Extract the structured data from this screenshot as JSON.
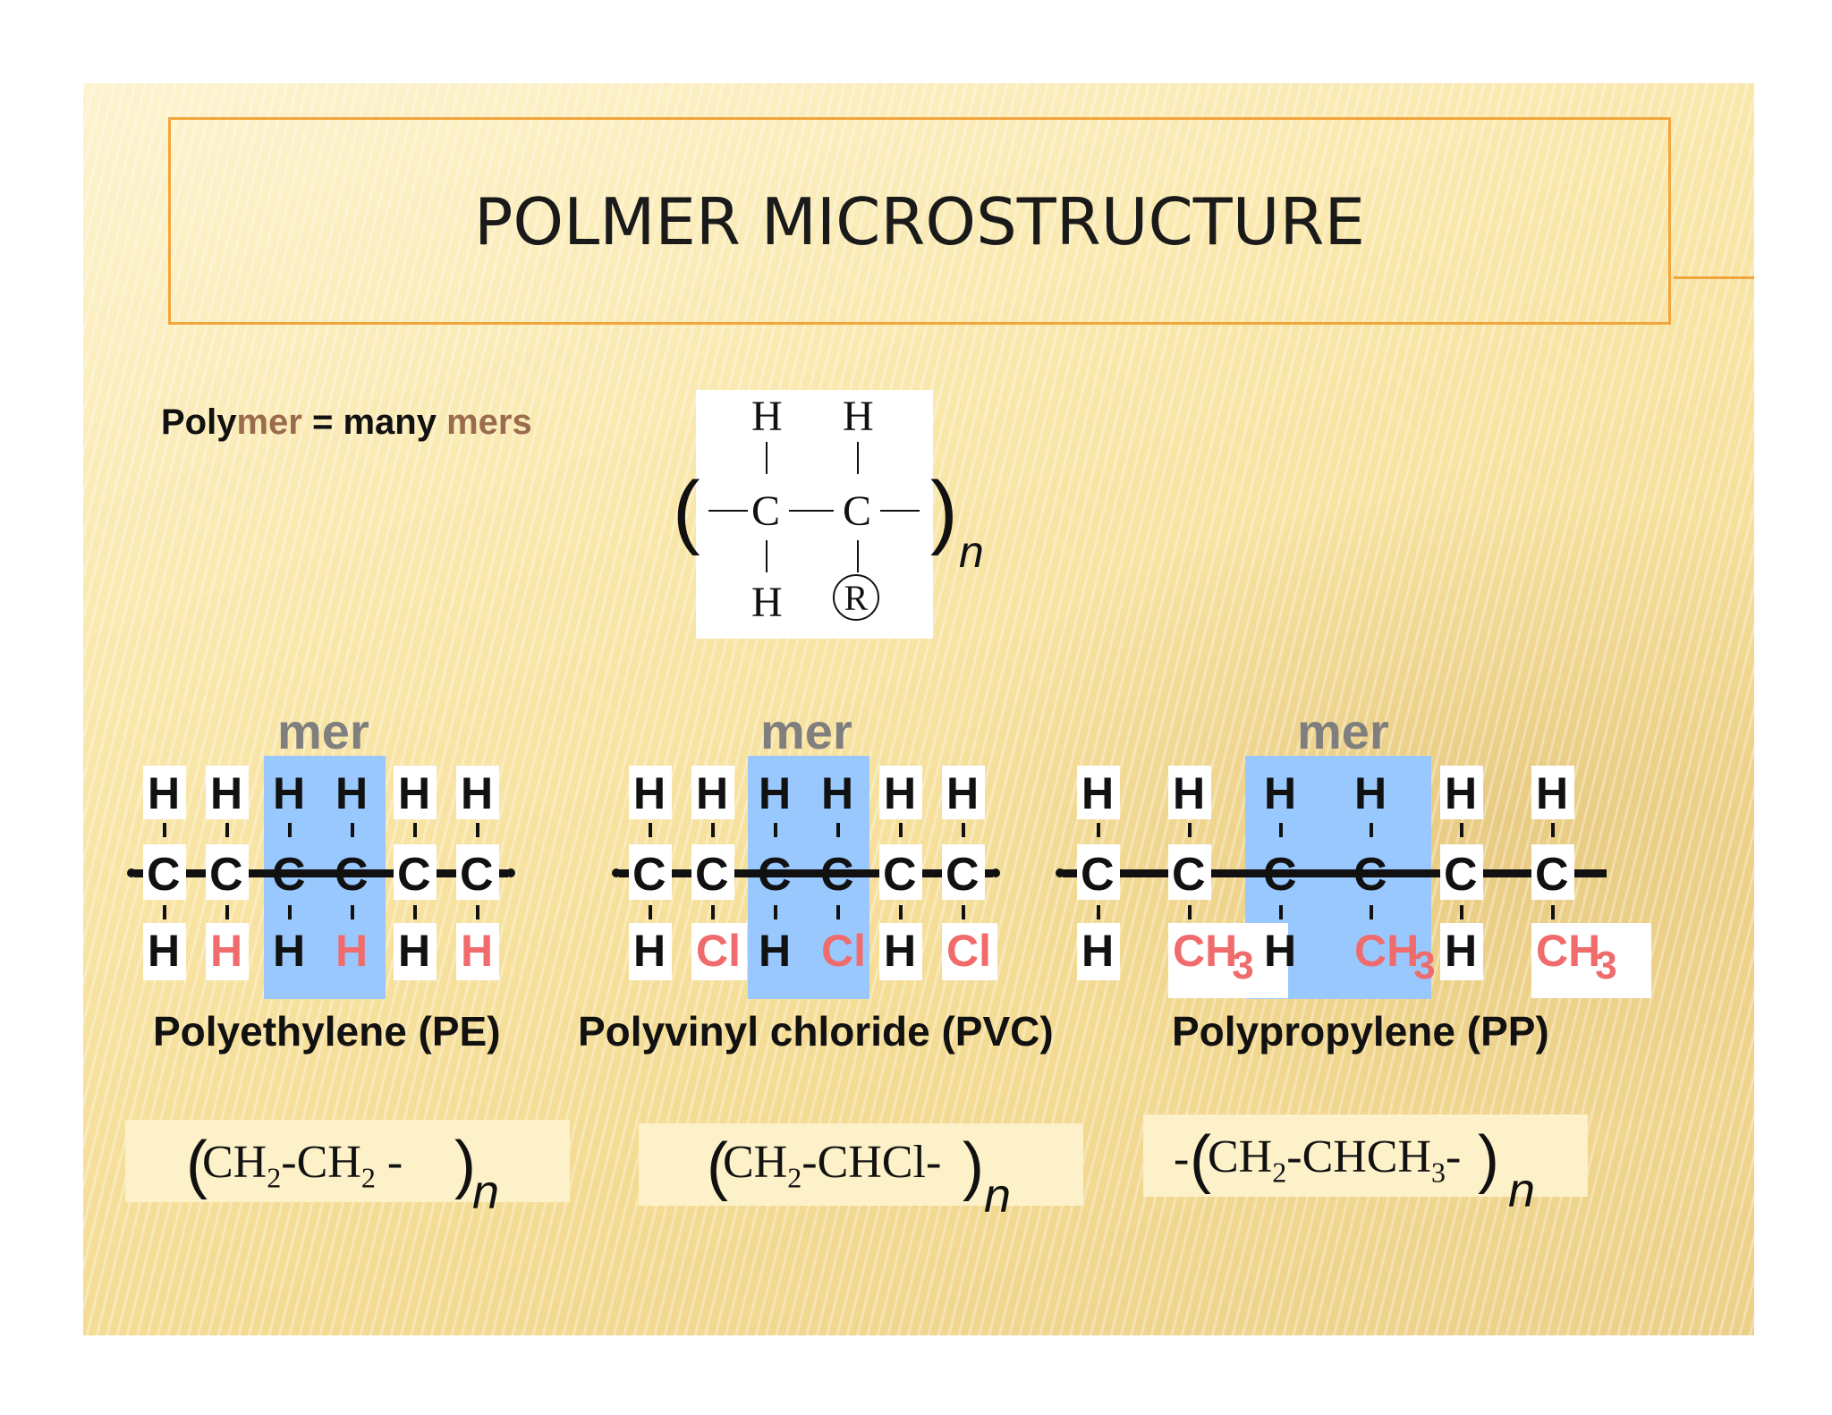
{
  "title": "POLMER MICROSTRUCTURE",
  "intro": {
    "part1": "Poly",
    "part2": "mer",
    "part3": " = many ",
    "part4": "mers"
  },
  "generic_structure": {
    "top_left": "H",
    "top_right": "H",
    "left_c": "C",
    "right_c": "C",
    "bottom_left": "H",
    "bottom_right": "R",
    "paren_open": "(",
    "paren_close": ")",
    "subscript": "n"
  },
  "colors": {
    "accent_border": "#f2a53a",
    "mer_highlight": "#99c8ff",
    "substituent": "#f06b6b",
    "mer_label": "#7f7f7f",
    "mer_text": "#9b6b4e"
  },
  "mer_label": "mer",
  "polymers": [
    {
      "name": "Polyethylene (PE)",
      "top": [
        "H",
        "H",
        "H",
        "H",
        "H",
        "H"
      ],
      "carbon": [
        "C",
        "C",
        "C",
        "C",
        "C",
        "C"
      ],
      "bottom": [
        {
          "text": "H",
          "colored": false
        },
        {
          "text": "H",
          "colored": true
        },
        {
          "text": "H",
          "colored": false
        },
        {
          "text": "H",
          "colored": true
        },
        {
          "text": "H",
          "colored": false
        },
        {
          "text": "H",
          "colored": true
        }
      ],
      "formula": {
        "open": "(",
        "text_a": "CH",
        "sub_a": "2",
        "text_b": "-CH",
        "sub_b": "2",
        "text_c": " -",
        "close": ")",
        "n": "n"
      }
    },
    {
      "name": "Polyvinyl chloride (PVC)",
      "top": [
        "H",
        "H",
        "H",
        "H",
        "H",
        "H"
      ],
      "carbon": [
        "C",
        "C",
        "C",
        "C",
        "C",
        "C"
      ],
      "bottom": [
        {
          "text": "H",
          "colored": false
        },
        {
          "text": "Cl",
          "colored": true
        },
        {
          "text": "H",
          "colored": false
        },
        {
          "text": "Cl",
          "colored": true
        },
        {
          "text": "H",
          "colored": false
        },
        {
          "text": "Cl",
          "colored": true
        }
      ],
      "formula": {
        "open": "(",
        "text_a": "CH",
        "sub_a": "2",
        "text_b": "-CHCl",
        "sub_b": "",
        "text_c": "-",
        "close": ")",
        "n": "n"
      }
    },
    {
      "name": "Polypropylene (PP)",
      "top": [
        "H",
        "H",
        "H",
        "H",
        "H",
        "H"
      ],
      "carbon": [
        "C",
        "C",
        "C",
        "C",
        "C",
        "C"
      ],
      "bottom": [
        {
          "text": "H",
          "colored": false
        },
        {
          "text": "CH",
          "sub": "3",
          "colored": true
        },
        {
          "text": "H",
          "colored": false
        },
        {
          "text": "CH",
          "sub": "3",
          "colored": true
        },
        {
          "text": "H",
          "colored": false
        },
        {
          "text": "CH",
          "sub": "3",
          "colored": true
        }
      ],
      "formula": {
        "lead": "-",
        "open": "(",
        "text_a": "CH",
        "sub_a": "2",
        "text_b": "-CHCH",
        "sub_b": "3",
        "text_c": "-",
        "close": ")",
        "n": "n"
      }
    }
  ]
}
